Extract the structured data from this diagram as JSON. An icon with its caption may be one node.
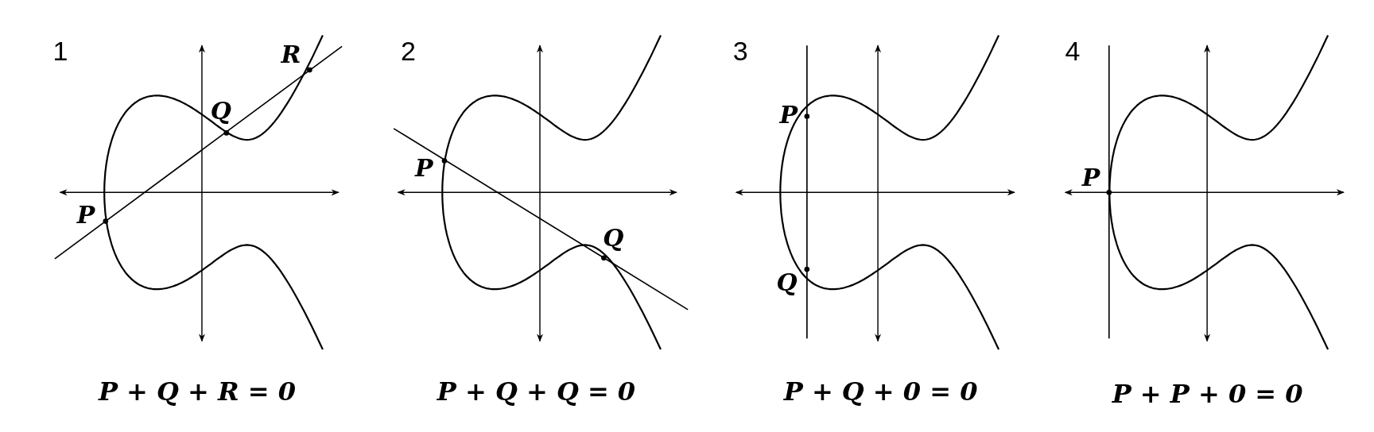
{
  "diagram": {
    "labels": [
      "1",
      "R",
      "Q",
      "P",
      "P + Q + R = 0",
      "2",
      "P",
      "Q",
      "P + Q + Q = 0",
      "3",
      "P",
      "Q",
      "P + Q + 0 = 0",
      "4",
      "P",
      "P + P + 0 = 0"
    ]
  }
}
